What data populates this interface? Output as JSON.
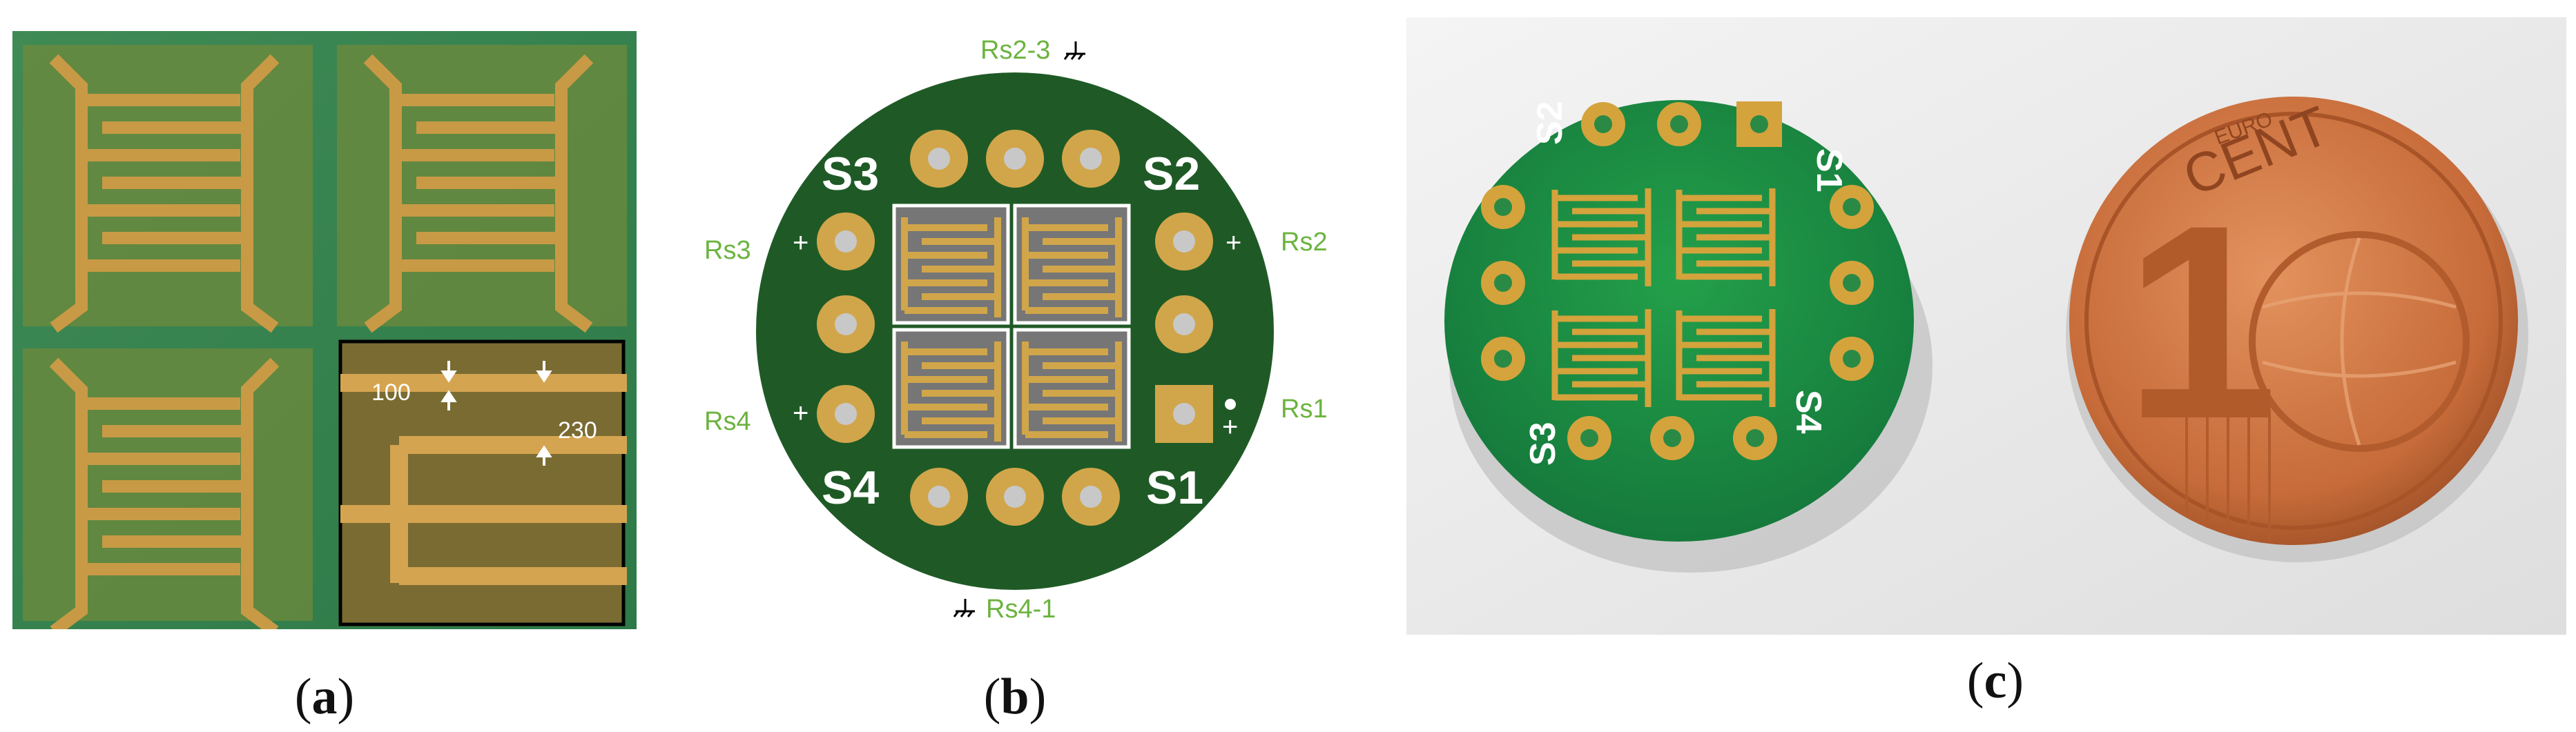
{
  "panel_a": {
    "inset_width": "100",
    "inset_gap": "230"
  },
  "panel_b": {
    "labels": {
      "s1": "S1",
      "s2": "S2",
      "s3": "S3",
      "s4": "S4",
      "rs1": "Rs1",
      "rs2": "Rs2",
      "rs3": "Rs3",
      "rs4": "Rs4",
      "rs23": "Rs2-3",
      "rs41": "Rs4-1",
      "plus": "+"
    },
    "colors": {
      "board": "#1f5a26",
      "pad": "#d1a64a",
      "label_green": "#6cb33f",
      "label_white": "#ffffff"
    }
  },
  "panel_c": {
    "board_labels": {
      "s1": "S1",
      "s2": "S2",
      "s3": "S3",
      "s4": "S4"
    },
    "coin_text": {
      "euro": "EURO",
      "cent": "CENT",
      "digit": "1"
    }
  },
  "captions": {
    "a": {
      "open": "(",
      "letter": "a",
      "close": ")"
    },
    "b": {
      "open": "(",
      "letter": "b",
      "close": ")"
    },
    "c": {
      "open": "(",
      "letter": "c",
      "close": ")"
    }
  }
}
